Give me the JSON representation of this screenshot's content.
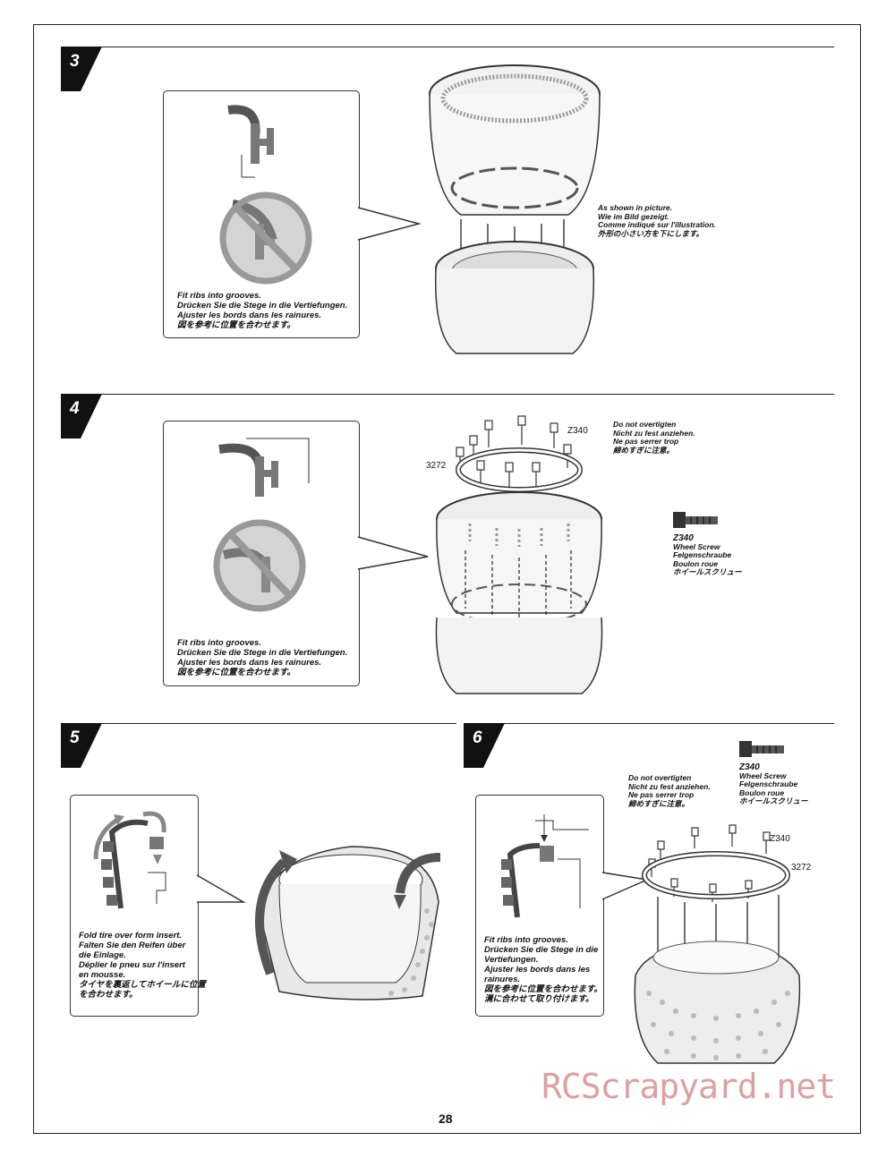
{
  "page_number": "28",
  "watermark": "RCScrapyard.net",
  "steps": {
    "s3": {
      "number": "3",
      "callout_caption": [
        "Fit ribs into grooves.",
        "Drücken Sie die Stege in die Vertiefungen.",
        "Ajuster les bords dans les rainures.",
        "図を参考に位置を合わせます。"
      ],
      "note": [
        "As shown in picture.",
        "Wie im Bild gezeigt.",
        "Comme indiqué sur l'illustration.",
        "外形の小さい方を下にします。"
      ]
    },
    "s4": {
      "number": "4",
      "callout_caption": [
        "Fit ribs into grooves.",
        "Drücken Sie die Stege in die Vertiefungen.",
        "Ajuster les bords dans les rainures.",
        "図を参考に位置を合わせます。"
      ],
      "warning": [
        "Do not overtigten",
        "Nicht zu fest anziehen.",
        "Ne pas serrer trop",
        "締めすぎに注意。"
      ],
      "part_ring": "3272",
      "part_screw": "Z340",
      "screw_legend": {
        "code": "Z340",
        "lines": [
          "Wheel Screw",
          "Felgenschraube",
          "Boulon roue",
          "ホイールスクリュー"
        ]
      }
    },
    "s5": {
      "number": "5",
      "callout_caption": [
        "Fold tire over form insert.",
        "Falten Sie den Reifen über",
        "die Einlage.",
        "Déplier le pneu sur l'insert",
        "en mousse.",
        "タイヤを裏返してホイールに位置",
        "を合わせます。"
      ]
    },
    "s6": {
      "number": "6",
      "callout_caption": [
        "Fit ribs into grooves.",
        "Drücken Sie die Stege in die",
        "Vertiefungen.",
        "Ajuster les bords dans les",
        "rainures.",
        "図を参考に位置を合わせます。",
        "溝に合わせて取り付けます。"
      ],
      "warning": [
        "Do not overtigten",
        "Nicht zu fest anziehen.",
        "Ne pas serrer trop",
        "締めすぎに注意。"
      ],
      "part_ring": "3272",
      "part_screw": "Z340",
      "screw_legend": {
        "code": "Z340",
        "lines": [
          "Wheel Screw",
          "Felgenschraube",
          "Boulon roue",
          "ホイールスクリュー"
        ]
      }
    }
  }
}
